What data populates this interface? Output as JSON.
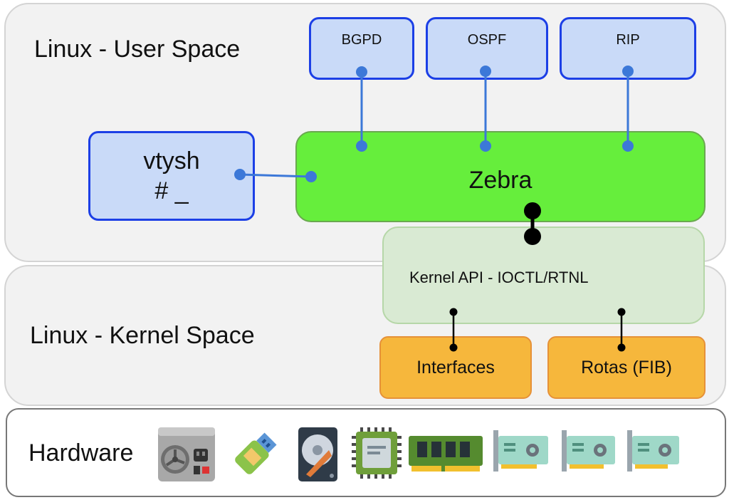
{
  "layers": {
    "user_space": "Linux - User Space",
    "kernel_space": "Linux - Kernel Space",
    "hardware": "Hardware"
  },
  "daemons": [
    {
      "label": "BGPD"
    },
    {
      "label": "OSPF"
    },
    {
      "label": "RIP"
    }
  ],
  "vtysh": {
    "line1": "vtysh",
    "line2": "# _"
  },
  "zebra": {
    "label": "Zebra"
  },
  "kernel_api": {
    "label": "Kernel API - IOCTL/RTNL"
  },
  "kernel_components": [
    {
      "label": "Interfaces"
    },
    {
      "label": "Rotas (FIB)"
    }
  ],
  "hardware_icons": [
    "power-supply-icon",
    "usb-drive-icon",
    "hard-disk-icon",
    "cpu-chip-icon",
    "ram-module-icon",
    "network-card-icon",
    "network-card-icon",
    "network-card-icon"
  ],
  "colors": {
    "daemon_fill": "#c9daf8",
    "daemon_border": "#1c3fe6",
    "connector_blue": "#3c78d8",
    "zebra_fill": "#66ee3c",
    "kernel_fill": "#d9ead3",
    "orange_fill": "#f6b73c"
  }
}
